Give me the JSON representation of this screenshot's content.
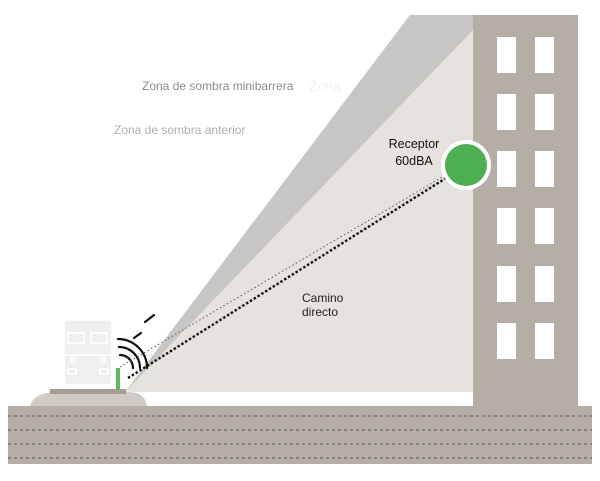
{
  "labels": {
    "shadow_minibarrier": "Zona de sombra minibarrera",
    "ghost_zone": "Zona",
    "shadow_previous": "Zona de sombra anterior",
    "receptor_line1": "Receptor",
    "receptor_line2": "60dBA",
    "direct_path_line1": "Camino",
    "direct_path_line2": "directo"
  },
  "colors": {
    "building": "#b5aea5",
    "window": "#ffffff",
    "ground": "#b5aea5",
    "ground_lines": "#3a3a3a",
    "shadow_light": "#e6e3de",
    "shadow_dark": "#c7c6c4",
    "receptor": "#4caf50",
    "barrier": "#5cb85c",
    "train_stroke": "#ffffff",
    "platform": "#d0cbc5"
  },
  "icons": [
    "train-icon",
    "sound-wave-icon",
    "receptor-icon",
    "mini-barrier-icon"
  ]
}
